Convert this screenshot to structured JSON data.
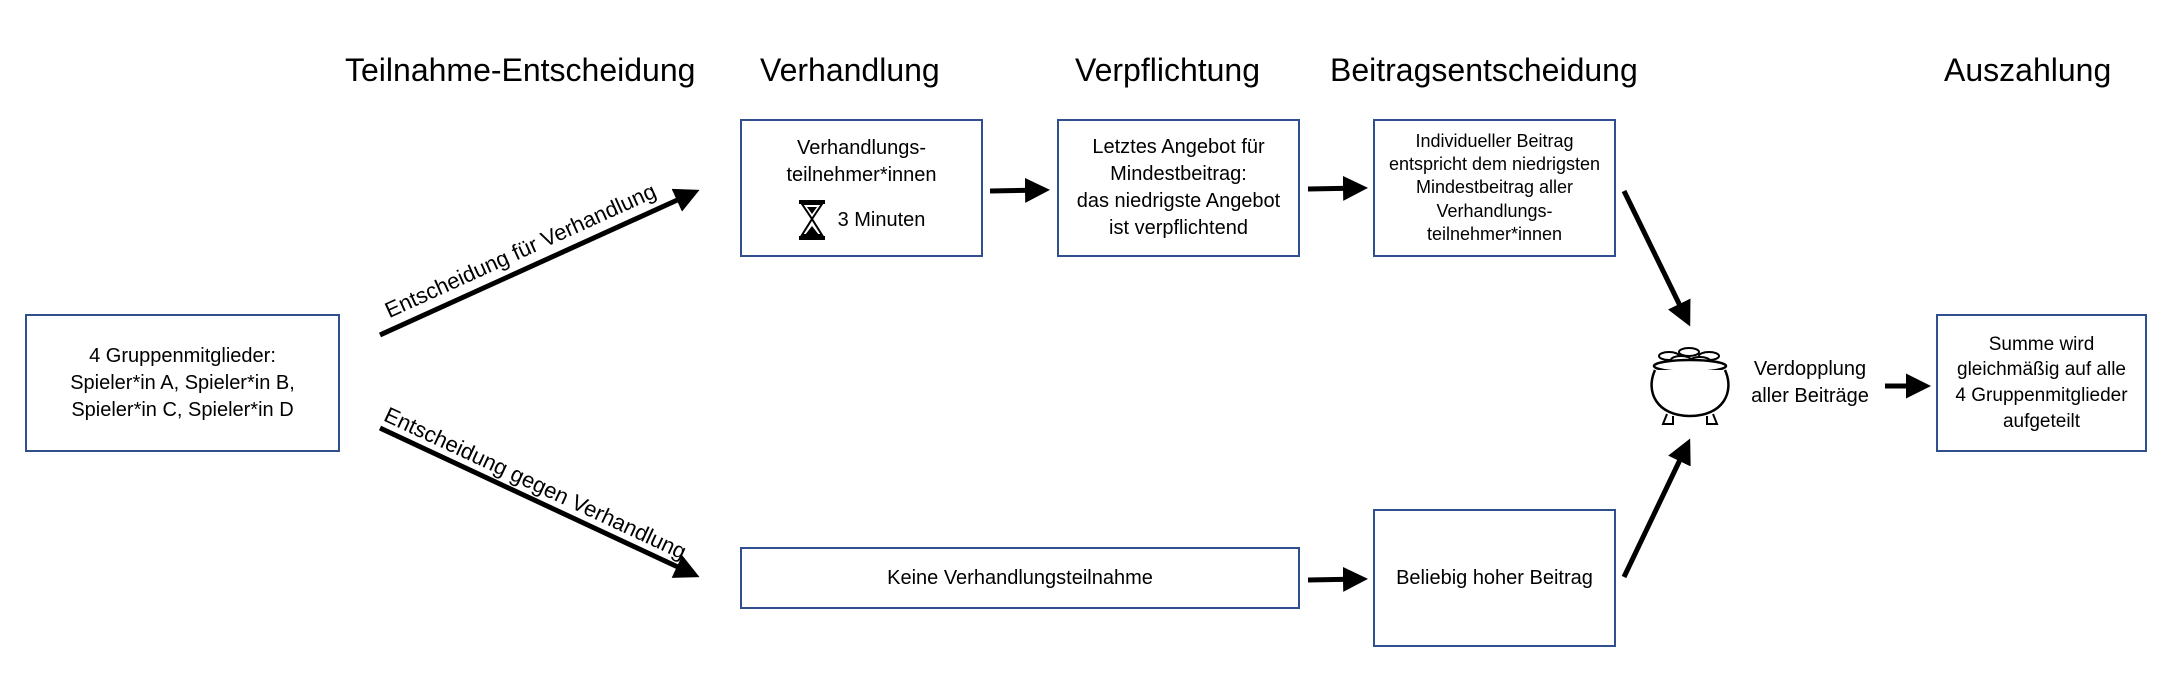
{
  "headings": {
    "participation": "Teilnahme-Entscheidung",
    "negotiation": "Verhandlung",
    "commitment": "Verpflichtung",
    "contribution": "Beitragsentscheidung",
    "payout": "Auszahlung"
  },
  "group_box": {
    "line1": "4 Gruppenmitglieder:",
    "line2": "Spieler*in A, Spieler*in B,",
    "line3": "Spieler*in C, Spieler*in D"
  },
  "branch_labels": {
    "for": "Entscheidung für Verhandlung",
    "against": "Entscheidung gegen Verhandlung"
  },
  "negotiation_box": {
    "line1": "Verhandlungs-",
    "line2": "teilnehmer*innen",
    "timer": "3 Minuten",
    "timer_icon": "hourglass-icon"
  },
  "commitment_box": {
    "line1": "Letztes Angebot für",
    "line2": "Mindestbeitrag:",
    "line3": "das niedrigste Angebot",
    "line4": "ist verpflichtend"
  },
  "contribution_top_box": {
    "line1": "Individueller Beitrag",
    "line2": "entspricht dem niedrigsten",
    "line3": "Mindestbeitrag aller",
    "line4": "Verhandlungs-",
    "line5": "teilnehmer*innen"
  },
  "no_negotiation_box": {
    "text": "Keine Verhandlungsteilnahme"
  },
  "contribution_bottom_box": {
    "text": "Beliebig hoher Beitrag"
  },
  "pot": {
    "icon": "pot-of-coins-icon",
    "line1": "Verdopplung",
    "line2": "aller Beiträge"
  },
  "payout_box": {
    "line1": "Summe wird",
    "line2": "gleichmäßig auf alle",
    "line3": "4 Gruppenmitglieder",
    "line4": "aufgeteilt"
  }
}
